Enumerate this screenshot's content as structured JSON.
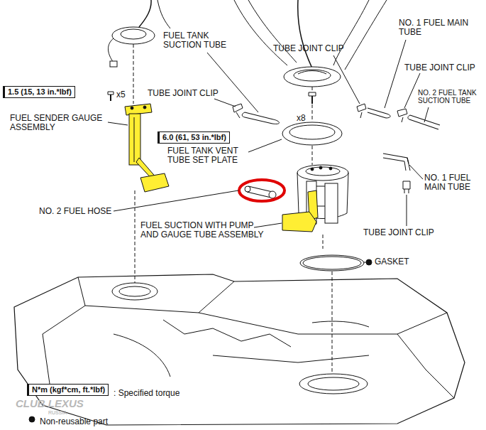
{
  "diagram": {
    "nodes": [
      {
        "text": [
          "1.5 (15, 13 in.*lbf)"
        ]
      },
      {
        "text": [
          "6.0 (61, 53 in.*lbf)"
        ]
      },
      {
        "text": [
          "N*m (kgf*cm, ft.*lbf)"
        ]
      }
    ],
    "labels": [
      "FUEL TANK SUCTION TUBE",
      "TUBE JOINT CLIP",
      "NO. 1 FUEL MAIN TUBE",
      "TUBE JOINT CLIP",
      "x5",
      "TUBE JOINT CLIP",
      "NO. 2 FUEL TANK SUCTION TUBE",
      "x8",
      "FUEL SENDER GAUGE ASSEMBLY",
      "FUEL TANK VENT TUBE SET PLATE",
      "NO. 1 FUEL MAIN TUBE",
      "NO. 2 FUEL HOSE",
      "FUEL SUCTION WITH PUMP AND GAUGE TUBE ASSEMBLY",
      "TUBE JOINT CLIP",
      "GASKET",
      "CLUB LEXUS",
      "RUSSIA"
    ],
    "legend": [
      {
        "text": ": Specified torque"
      },
      {
        "text": "Non-reusable part"
      }
    ]
  }
}
